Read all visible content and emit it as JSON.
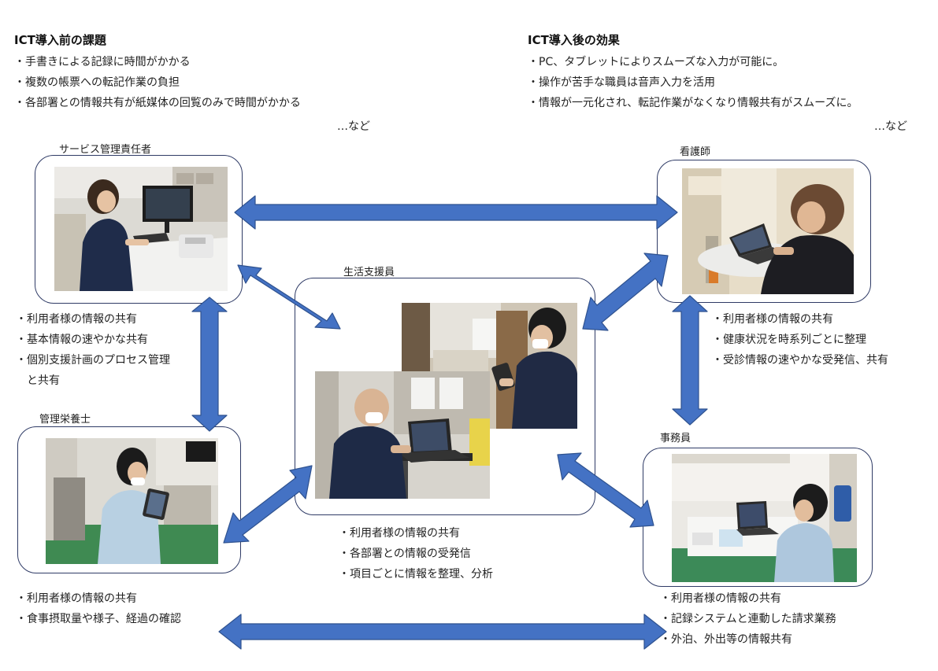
{
  "before": {
    "title": "ICT導入前の課題",
    "items": [
      "・手書きによる記録に時間がかかる",
      "・複数の帳票への転記作業の負担",
      "・各部署との情報共有が紙媒体の回覧のみで時間がかかる"
    ],
    "etc": "…など"
  },
  "after": {
    "title": "ICT導入後の効果",
    "items": [
      "・PC、タブレットによりスムーズな入力が可能に。",
      "・操作が苦手な職員は音声入力を活用",
      "・情報が一元化され、転記作業がなくなり情報共有がスムーズに。"
    ],
    "etc": "…など"
  },
  "roles": {
    "service_manager": {
      "label": "サービス管理責任者",
      "items": [
        "・利用者様の情報の共有",
        "・基本情報の速やかな共有",
        "・個別支援計画のプロセス管理",
        "　と共有"
      ]
    },
    "nurse": {
      "label": "看護師",
      "items": [
        "・利用者様の情報の共有",
        "・健康状況を時系列ごとに整理",
        "・受診情報の速やかな受発信、共有"
      ]
    },
    "life_support": {
      "label": "生活支援員",
      "items": [
        "・利用者様の情報の共有",
        "・各部署との情報の受発信",
        "・項目ごとに情報を整理、分析"
      ]
    },
    "dietitian": {
      "label": "管理栄養士",
      "items": [
        "・利用者様の情報の共有",
        "・食事摂取量や様子、経過の確認"
      ]
    },
    "clerk": {
      "label": "事務員",
      "items": [
        "・利用者様の情報の共有",
        "・記録システムと連動した請求業務",
        "・外泊、外出等の情報共有"
      ]
    }
  },
  "colors": {
    "arrow_fill": "#4472c4",
    "arrow_stroke": "#2f528f",
    "box_border": "#2f3b66"
  }
}
